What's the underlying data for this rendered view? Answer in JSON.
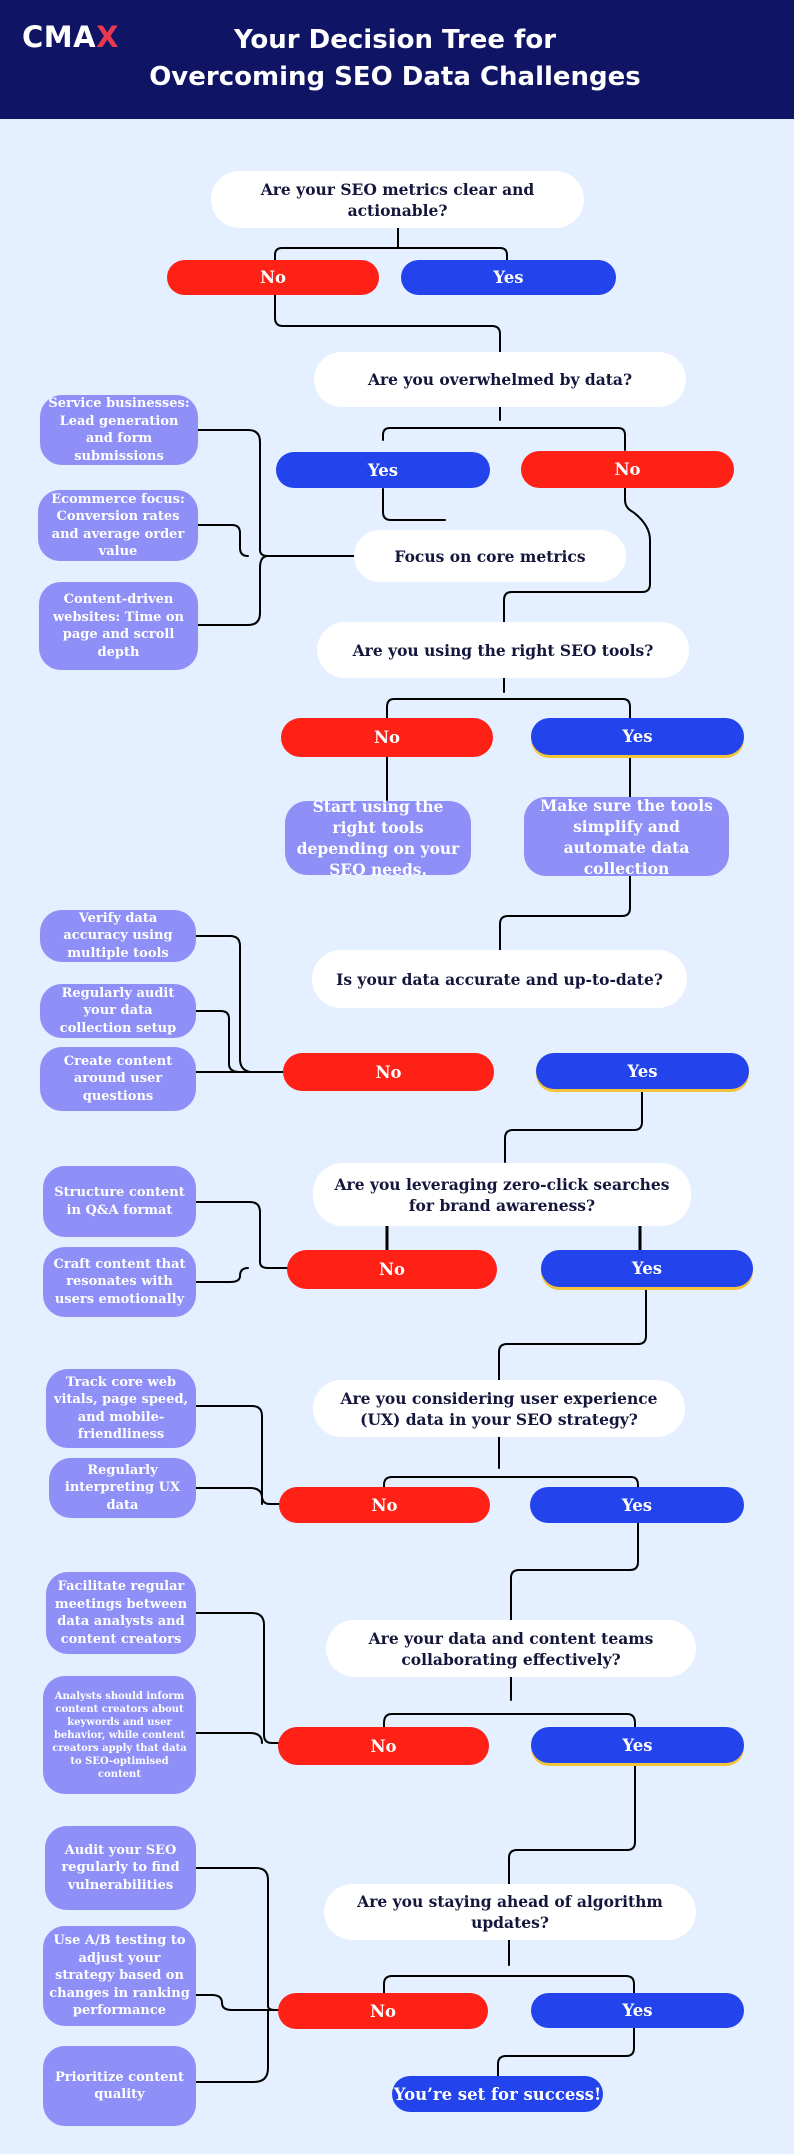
{
  "brand": {
    "logo_main": "CMA",
    "logo_accent": "X"
  },
  "title": {
    "line1": "Your Decision Tree for",
    "line2": "Overcoming SEO Data Challenges"
  },
  "colors": {
    "header": "#101464",
    "background": "#e4efff",
    "no": "#ff2016",
    "yes": "#2343ec",
    "side": "#8e8ff7",
    "line": "#000000"
  },
  "questions": {
    "q1": "Are your SEO metrics clear and actionable?",
    "q2": "Are you overwhelmed by data?",
    "core": "Focus on core metrics",
    "q3": "Are you using the right SEO tools?",
    "q4": "Is your data accurate and up-to-date?",
    "q5": "Are you leveraging zero-click searches for brand awareness?",
    "q6": "Are you considering user experience (UX) data in your SEO strategy?",
    "q7": "Are your data and content teams collaborating effectively?",
    "q8": "Are you staying ahead of algorithm updates?"
  },
  "answers": {
    "no": "No",
    "yes": "Yes"
  },
  "tips": {
    "service": "Service businesses: Lead generation and form submissions",
    "ecommerce": "Ecommerce focus: Conversion rates and average order value",
    "content_driven": "Content-driven websites: Time on page and scroll depth",
    "start_tools": "Start using the right tools depending on your SEO needs.",
    "simplify": "Make sure the tools simplify and automate data collection",
    "verify": "Verify data accuracy using multiple tools",
    "audit_setup": "Regularly audit your data collection setup",
    "create_content": "Create content around user questions",
    "structure_qa": "Structure content in Q&A format",
    "craft_emotional": "Craft content that resonates with users emotionally",
    "track_vitals": "Track core web vitals, page speed, and mobile-friendliness",
    "interpret_ux": "Regularly interpreting UX data",
    "meetings": "Facilitate regular meetings between data analysts and content creators",
    "analysts_inform": "Analysts should inform content creators about keywords and user behavior, while content creators apply that data to SEO-optimised content",
    "audit_seo": "Audit your SEO regularly to find vulnerabilities",
    "ab_testing": "Use A/B testing to adjust your strategy based on changes in ranking performance",
    "prioritize": "Prioritize content quality"
  },
  "final": "You’re set for success!"
}
